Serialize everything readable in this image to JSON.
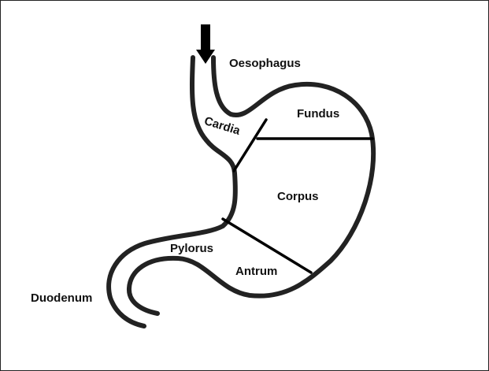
{
  "diagram": {
    "labels": {
      "oesophagus": "Oesophagus",
      "fundus": "Fundus",
      "cardia": "Cardia",
      "corpus": "Corpus",
      "pylorus": "Pylorus",
      "antrum": "Antrum",
      "duodenum": "Duodenum"
    },
    "colors": {
      "outline": "#222222",
      "divider": "#000000",
      "arrow": "#000000"
    }
  }
}
